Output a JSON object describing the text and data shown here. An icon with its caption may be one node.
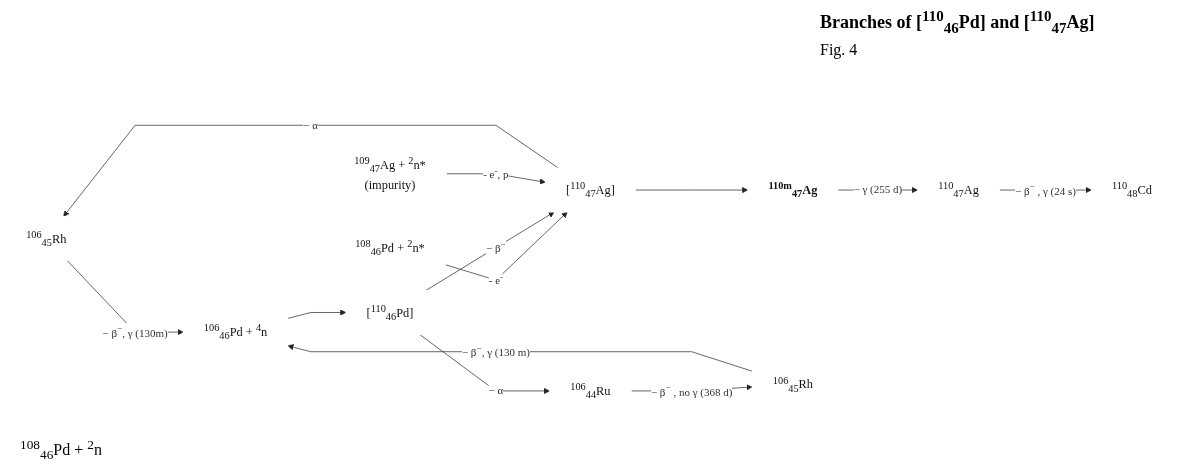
{
  "diagram": {
    "title": "Branches of [$^{110}$$_{46}$Pd] and [$^{110}$$_{47}$Ag]",
    "caption": "Fig. 4",
    "nodes": [
      {
        "text": [
          "$^{106}$$_{45}$Rh"
        ]
      },
      {
        "text": [
          "$^{108}$$_{46}$Pd + $^{2}$n*"
        ]
      },
      {
        "text": [
          "$^{106}$$_{46}$Pd + $^{4}$n"
        ]
      },
      {
        "text": [
          "[$^{110}$$_{46}$Pd]"
        ]
      },
      {
        "text": [
          "[$^{110}$$_{47}$Ag]"
        ]
      },
      {
        "text": [
          "$^{110m}$$_{47}$Ag"
        ]
      },
      {
        "text": [
          "$^{110}$$_{47}$Ag"
        ]
      },
      {
        "text": [
          "$^{110}$$_{48}$Cd"
        ]
      },
      {
        "text": [
          "$^{106}$$_{44}$Ru"
        ]
      },
      {
        "text": [
          "$^{106}$$_{45}$Rh"
        ]
      },
      {
        "text": [
          "$^{109}$$_{47}$Ag + $^{2}$n*",
          "(impurity)"
        ]
      }
    ],
    "edges": [
      {
        "from": 0,
        "to": 2,
        "arrow": "to",
        "label": "− β$^{−}$, γ (130m)"
      },
      {
        "from": 1,
        "to": 4,
        "arrow": "to",
        "label": "- e$^{-}$"
      },
      {
        "from": 2,
        "to": 3,
        "arrow": "to"
      },
      {
        "from": 3,
        "to": 4,
        "arrow": "to",
        "label": "− β$^{−}$"
      },
      {
        "from": 4,
        "to": 0,
        "arrow": "to",
        "label": "− α"
      },
      {
        "from": 4,
        "to": 5,
        "arrow": "to"
      },
      {
        "from": 5,
        "to": 6,
        "arrow": "to",
        "label": "− γ (255 d)"
      },
      {
        "from": 6,
        "to": 7,
        "arrow": "to",
        "label": "− β$^{−}$ , γ (24 s)"
      },
      {
        "from": 3,
        "to": 8,
        "arrow": "to",
        "label": "− α"
      },
      {
        "from": 8,
        "to": 9,
        "arrow": "to",
        "label": "− β$^{−}$ , no γ (368 d)"
      },
      {
        "from": 9,
        "to": 2,
        "arrow": "to",
        "label": "− β$^{−}$, γ (130 m)"
      },
      {
        "from": 10,
        "to": 4,
        "arrow": "to",
        "label": "- e$^{-}$, p"
      }
    ],
    "labels": [
      "$^{108}$$_{46}$Pd + $^{2}$n"
    ]
  }
}
